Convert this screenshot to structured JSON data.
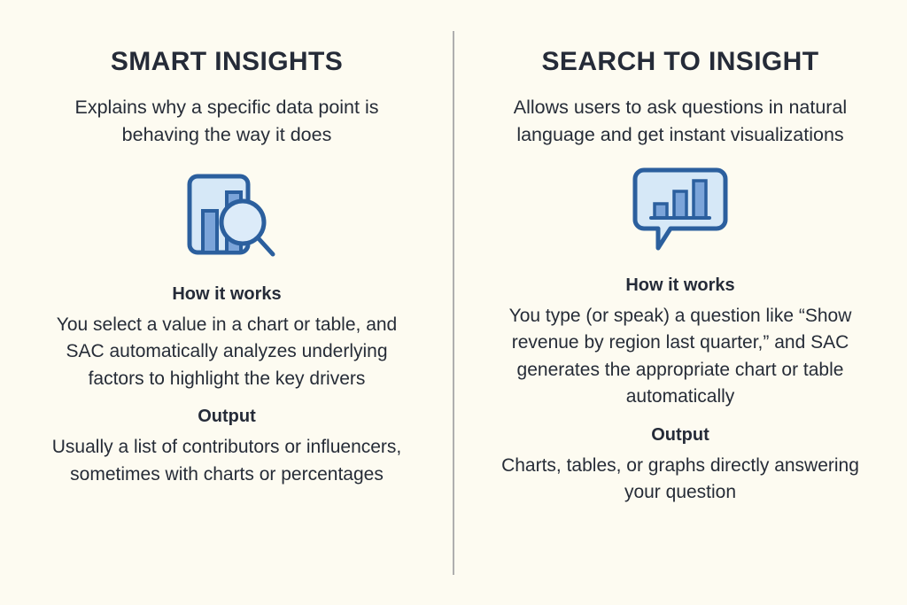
{
  "theme": {
    "background": "#FDFBF1",
    "text": "#252B38",
    "divider": "#AFAFAF",
    "icon_stroke": "#2B5F9E",
    "icon_fill_light": "#D6E8F7",
    "icon_bar": "#7BA4D9"
  },
  "columns": [
    {
      "title": "SMART INSIGHTS",
      "summary": "Explains why a specific data point is behaving the way it does",
      "icon": "chart-magnifier-icon",
      "sections": [
        {
          "heading": "How it works",
          "body": "You select a value in a chart or table, and SAC automatically analyzes underlying factors to highlight the key drivers"
        },
        {
          "heading": "Output",
          "body": "Usually a list of contributors or influencers, sometimes with charts or percentages"
        }
      ]
    },
    {
      "title": "SEARCH TO INSIGHT",
      "summary": "Allows users to ask questions in natural language and get instant visualizations",
      "icon": "chat-bubble-chart-icon",
      "sections": [
        {
          "heading": "How it works",
          "body": "You type (or speak) a question like “Show revenue by region last quarter,” and SAC generates the appropriate chart or table automatically"
        },
        {
          "heading": "Output",
          "body": "Charts, tables, or graphs directly answering your question"
        }
      ]
    }
  ]
}
